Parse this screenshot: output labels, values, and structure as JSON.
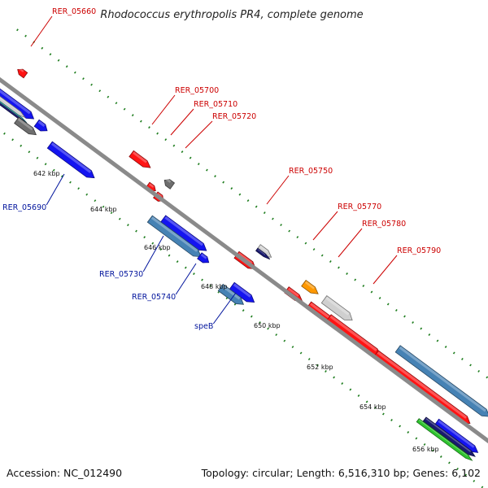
{
  "title": "Rhodococcus erythropolis PR4, complete genome",
  "footer": {
    "accession": "Accession: NC_012490",
    "summary": "Topology: circular; Length: 6,516,310 bp; Genes: 6,102"
  },
  "colors": {
    "backbone": "#8a8a8a",
    "ruler": "#1e7d1e",
    "label_top": "#cc0000",
    "label_bottom": "#00139c",
    "red": "#ff1414",
    "blue": "#1414f0",
    "steel": "#4682b4",
    "gray": "#6e6e6e",
    "light": "#cfcfcf",
    "orange": "#ff9800",
    "navy": "#1a1a70",
    "green": "#2ec42e",
    "teal": "#20b2b2"
  },
  "kbp_ticks": [
    "642 kbp",
    "644 kbp",
    "646 kbp",
    "648 kbp",
    "650 kbp",
    "652 kbp",
    "654 kbp",
    "656 kbp"
  ],
  "gene_labels": {
    "top": [
      "RER_05660",
      "RER_05700",
      "RER_05710",
      "RER_05720",
      "RER_05750",
      "RER_05770",
      "RER_05780",
      "RER_05790"
    ],
    "bottom": [
      "RER_05690",
      "RER_05730",
      "RER_05740",
      "speB"
    ]
  }
}
